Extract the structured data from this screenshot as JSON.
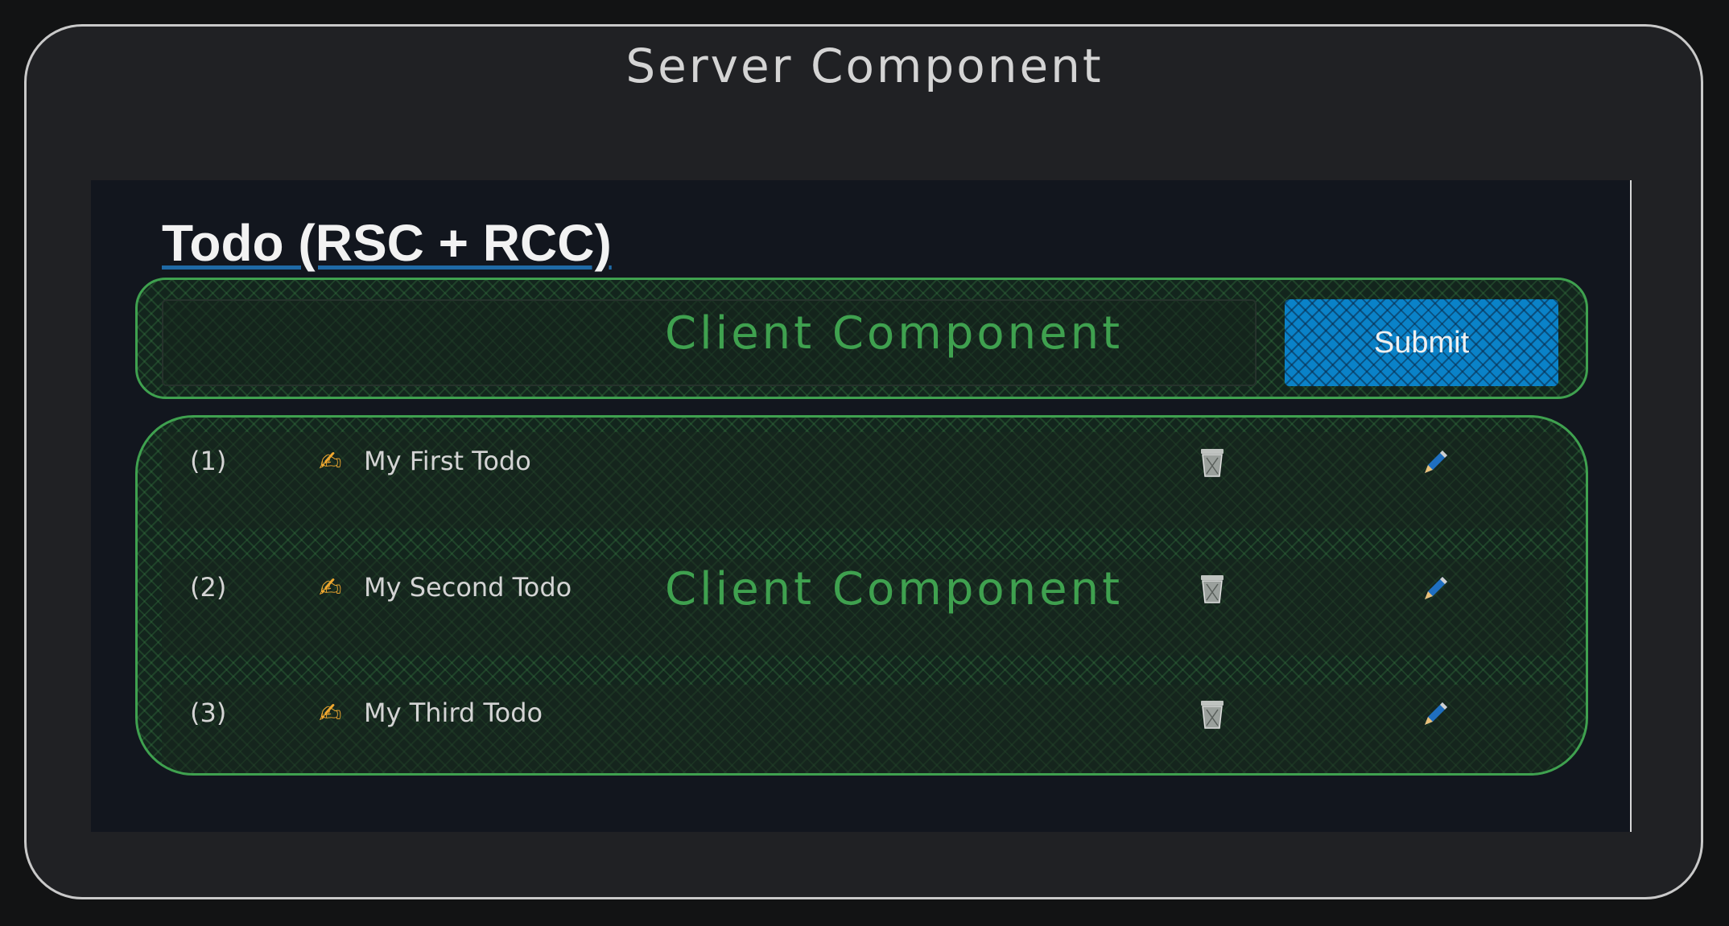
{
  "server": {
    "title": "Server Component"
  },
  "page": {
    "heading": "Todo (RSC + RCC)"
  },
  "form": {
    "input_value": "",
    "input_placeholder": "",
    "submit_label": "Submit",
    "client_label": "Client Component"
  },
  "list": {
    "client_label": "Client Component",
    "items": [
      {
        "number": "(1)",
        "emoji": "✍",
        "text": "My First Todo",
        "delete_icon": "trash-icon",
        "edit_icon": "pencil-icon"
      },
      {
        "number": "(2)",
        "emoji": "✍",
        "text": "My Second Todo",
        "delete_icon": "trash-icon",
        "edit_icon": "pencil-icon"
      },
      {
        "number": "(3)",
        "emoji": "✍",
        "text": "My Third Todo",
        "delete_icon": "trash-icon",
        "edit_icon": "pencil-icon"
      }
    ]
  },
  "colors": {
    "client_border": "#3fa14f",
    "server_border": "#c9c9c9",
    "submit_bg": "#0a82c8",
    "heading_underline": "#1f6aa6"
  }
}
